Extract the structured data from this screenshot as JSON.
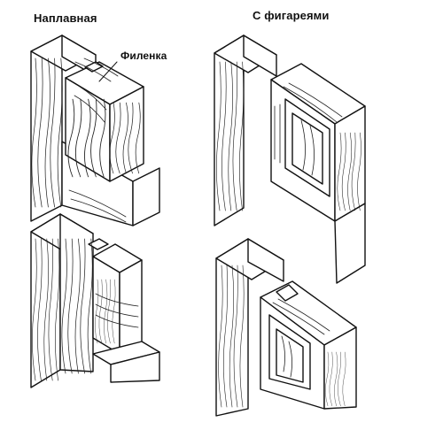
{
  "labels": {
    "left_title": "Наплавная",
    "right_title": "С фигареями",
    "panel_callout": "Филенка"
  },
  "colors": {
    "ink": "#111111",
    "paper": "#ffffff"
  }
}
